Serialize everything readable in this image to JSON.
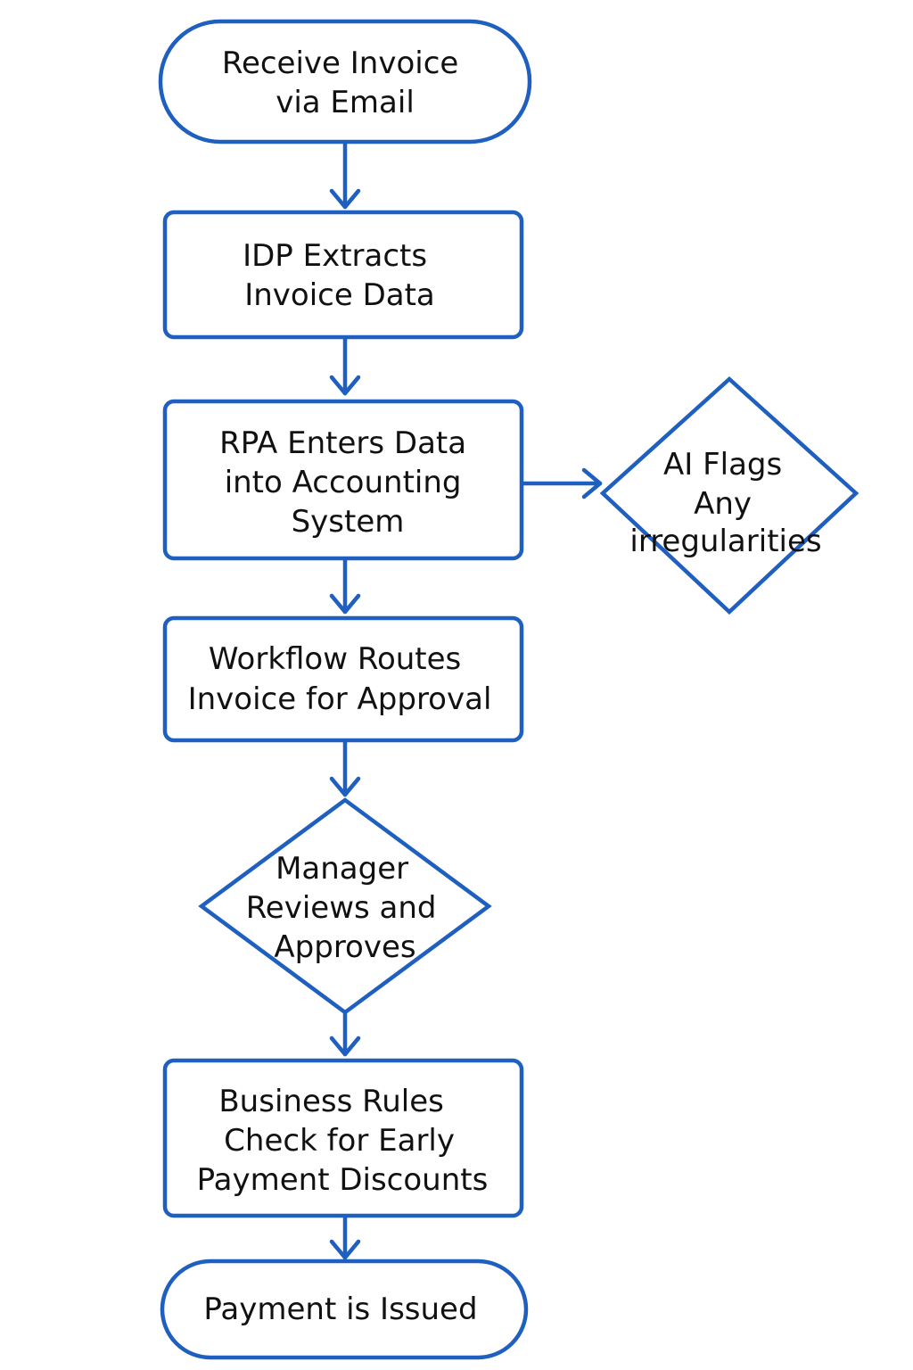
{
  "colors": {
    "stroke": "#1f5fbf",
    "text": "#111111",
    "background": "#ffffff"
  },
  "nodes": {
    "receive": {
      "shape": "terminator",
      "lines": [
        "Receive Invoice",
        "via Email"
      ]
    },
    "extract": {
      "shape": "process",
      "lines": [
        "IDP Extracts",
        "Invoice Data"
      ]
    },
    "enter": {
      "shape": "process",
      "lines": [
        "RPA Enters Data",
        "into Accounting",
        "System"
      ]
    },
    "flag": {
      "shape": "decision",
      "lines": [
        "AI Flags",
        "Any",
        "irregularities"
      ]
    },
    "route": {
      "shape": "process",
      "lines": [
        "Workflow Routes",
        "Invoice for Approval"
      ]
    },
    "review": {
      "shape": "decision",
      "lines": [
        "Manager",
        "Reviews and",
        "Approves"
      ]
    },
    "rules": {
      "shape": "process",
      "lines": [
        "Business Rules",
        "Check for Early",
        "Payment Discounts"
      ]
    },
    "issue": {
      "shape": "terminator",
      "lines": [
        "Payment is Issued"
      ]
    }
  },
  "edges": [
    {
      "from": "receive",
      "to": "extract"
    },
    {
      "from": "extract",
      "to": "enter"
    },
    {
      "from": "enter",
      "to": "flag"
    },
    {
      "from": "enter",
      "to": "route"
    },
    {
      "from": "route",
      "to": "review"
    },
    {
      "from": "review",
      "to": "rules"
    },
    {
      "from": "rules",
      "to": "issue"
    }
  ]
}
